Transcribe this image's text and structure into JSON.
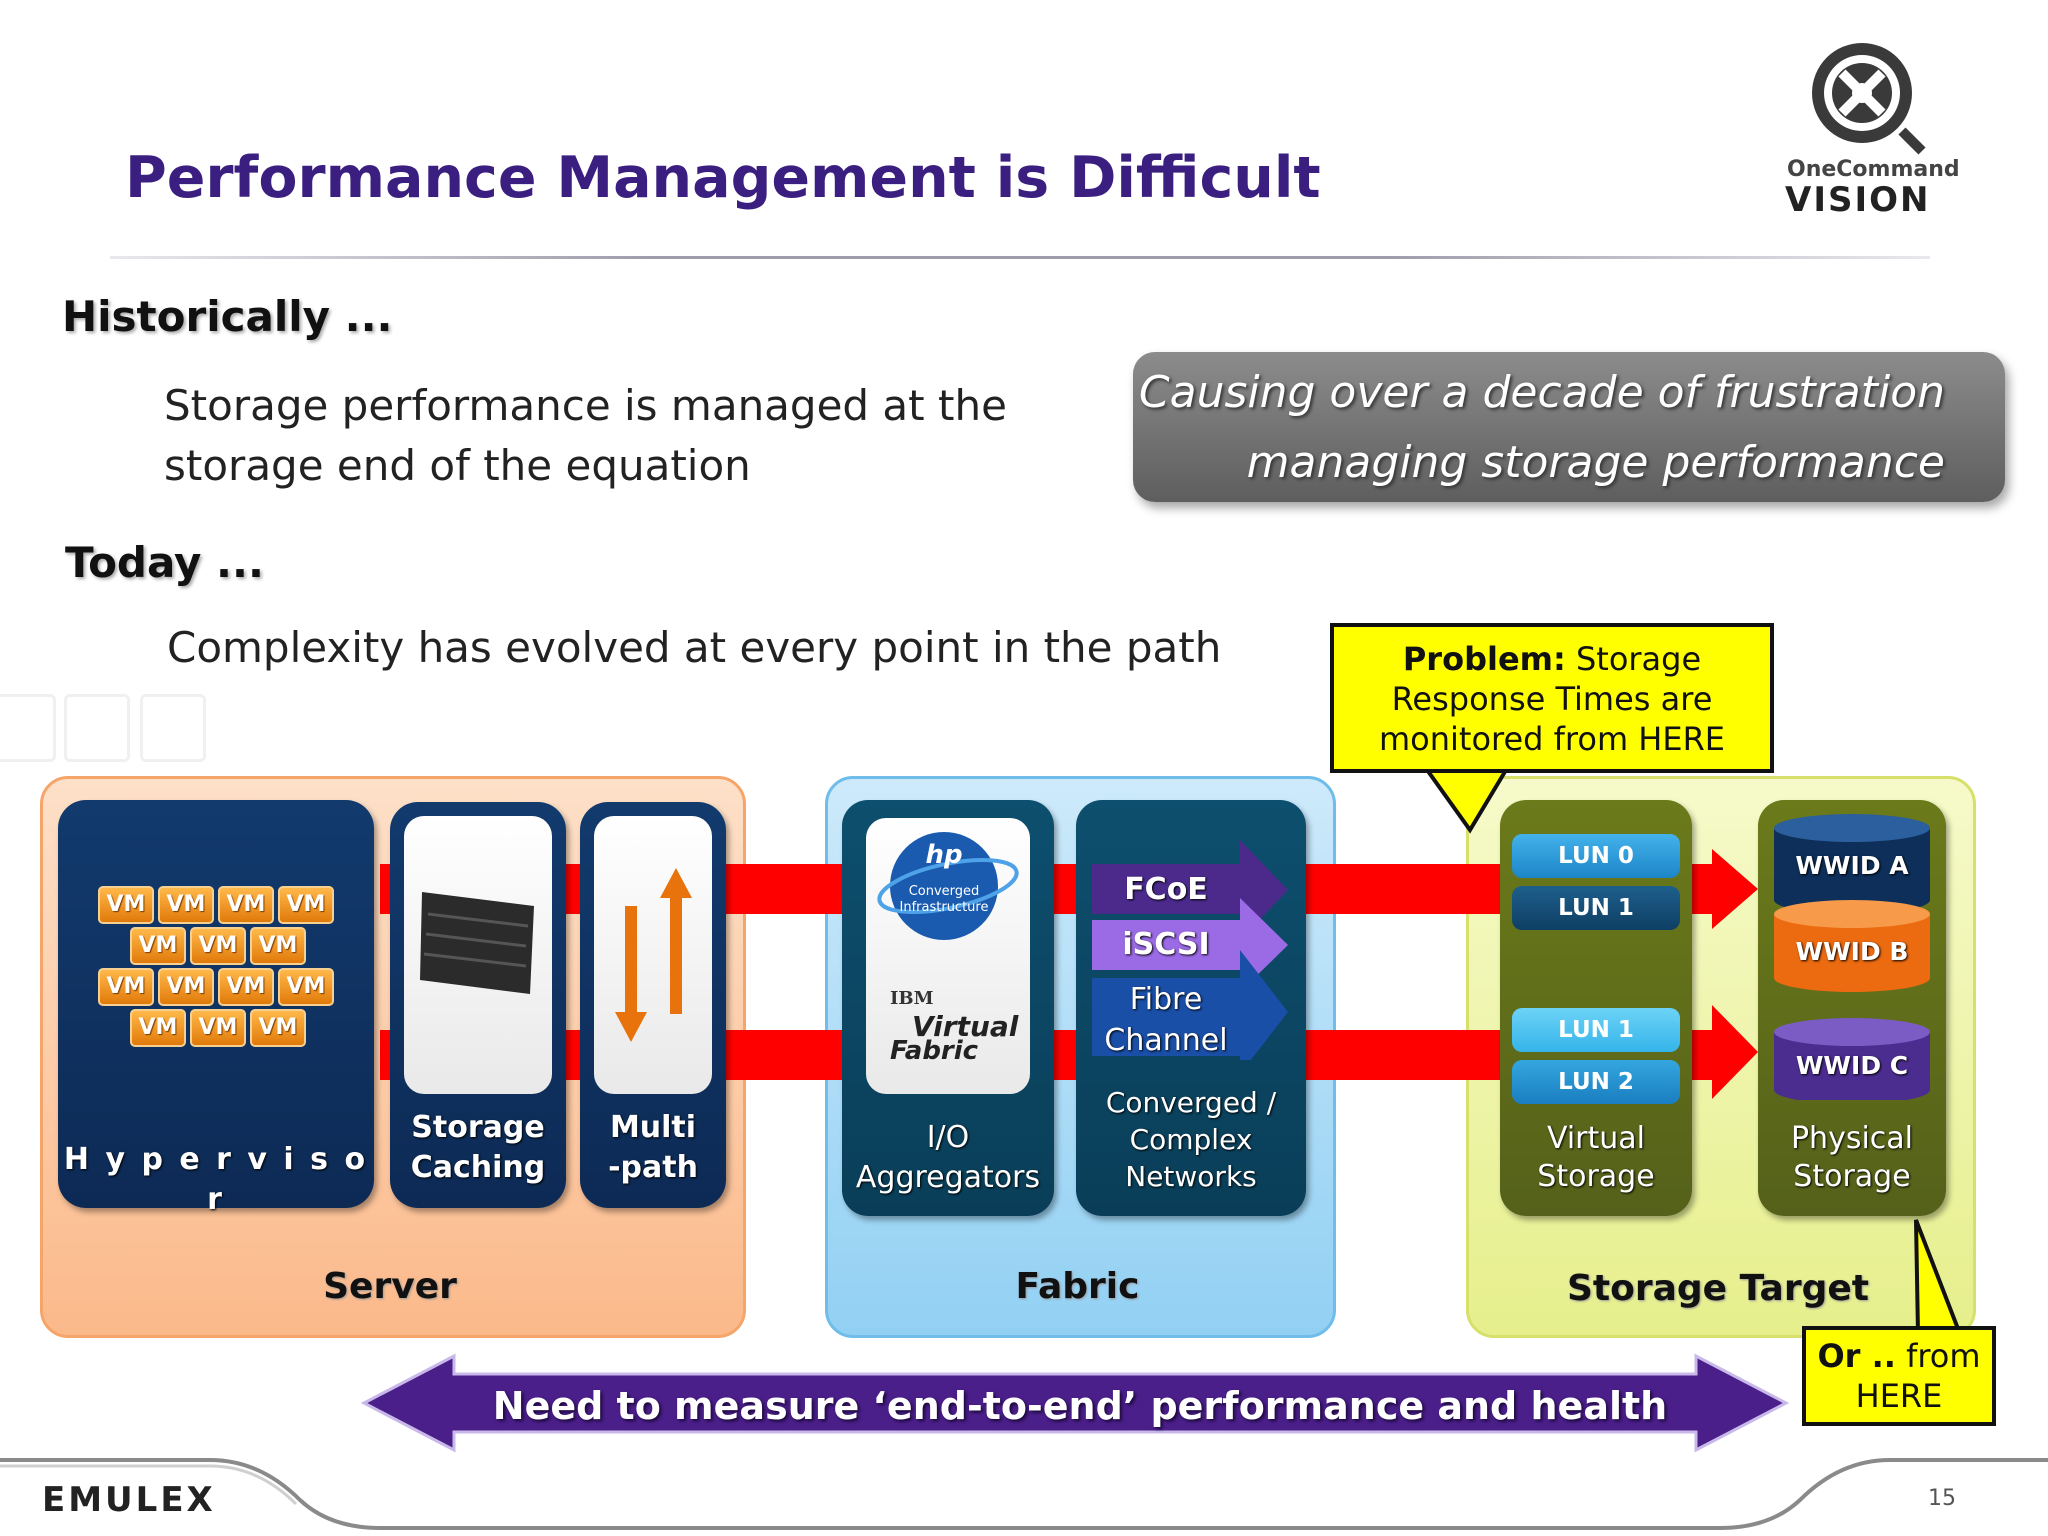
{
  "slide": {
    "title": "Performance Management is Difficult",
    "page_number": "15",
    "footer_brand": "EMULEX",
    "logo_top": "OneCommand",
    "logo_bottom": "VISION"
  },
  "historically": {
    "heading": "Historically ...",
    "line1": "Storage performance is managed at the",
    "line2": "storage end of the equation"
  },
  "today": {
    "heading": "Today ...",
    "line1": "Complexity has evolved at every point in the path"
  },
  "frustration_callout": {
    "line1": "Causing over a decade of frustration",
    "line2": "managing storage performance"
  },
  "problem_callout": {
    "bold": "Problem:",
    "line1": " Storage",
    "line2": "Response Times are",
    "line3": "monitored from HERE"
  },
  "or_callout": {
    "bold": "Or ..",
    "line1": " from",
    "line2": "HERE"
  },
  "server": {
    "label": "Server",
    "vms": [
      "VM",
      "VM",
      "VM",
      "VM",
      "VM",
      "VM",
      "VM",
      "VM",
      "VM",
      "VM",
      "VM",
      "VM",
      "VM",
      "VM"
    ],
    "hypervisor": "H y p e r v i s o r",
    "caching": {
      "line1": "Storage",
      "line2": "Caching"
    },
    "multipath": {
      "line1": "Multi",
      "line2": "-path"
    }
  },
  "fabric": {
    "label": "Fabric",
    "hp_logo": {
      "mark": "hp",
      "line1": "Converged",
      "line2": "Infrastructure"
    },
    "ibm_logo": {
      "vendor": "IBM",
      "line1": "Virtual",
      "line2": "Fabric"
    },
    "aggregators": {
      "line1": "I/O",
      "line2": "Aggregators"
    },
    "protocols": [
      "FCoE",
      "iSCSI",
      "Fibre",
      "Channel"
    ],
    "networks": {
      "line1": "Converged /",
      "line2": "Complex",
      "line3": "Networks"
    }
  },
  "storage_target": {
    "label": "Storage Target",
    "luns_top": [
      "LUN 0",
      "LUN 1"
    ],
    "luns_bottom": [
      "LUN 1",
      "LUN 2"
    ],
    "virtual": {
      "line1": "Virtual",
      "line2": "Storage"
    },
    "wwids": [
      "WWID A",
      "WWID B",
      "WWID C"
    ],
    "physical": {
      "line1": "Physical",
      "line2": "Storage"
    }
  },
  "bottom_banner": "Need to measure ‘end-to-end’ performance and health",
  "colors": {
    "title": "#3b1f80",
    "server_panel": "#fcc9a3",
    "fabric_panel": "#a7dbf7",
    "storage_panel": "#eef5a6",
    "flow_arrow": "#ff0000",
    "banner": "#4b1f8a"
  }
}
